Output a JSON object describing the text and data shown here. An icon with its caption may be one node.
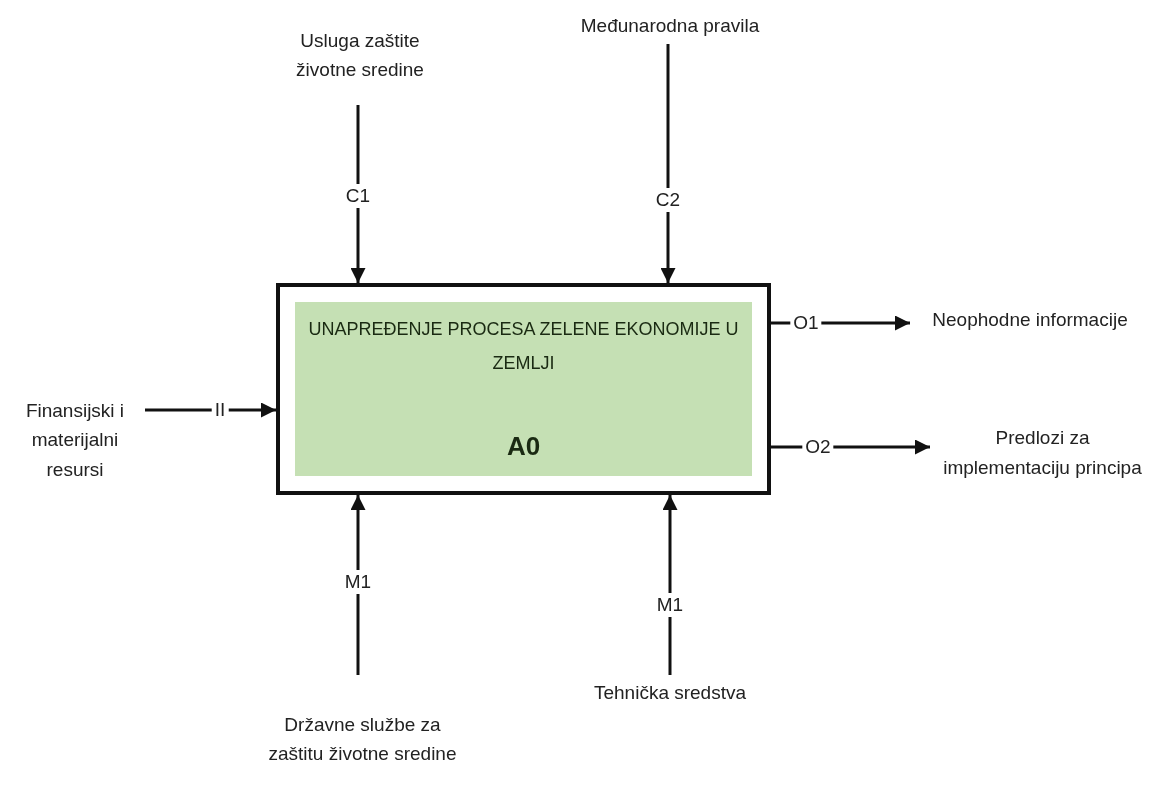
{
  "diagram": {
    "nodes": [
      {
        "text": [
          "UNAPREĐENJE PROCESA ZELENE EKONOMIJE U ZEMLJI",
          "A0"
        ]
      },
      {
        "text": [
          "Usluga zaštite životne sredine"
        ]
      },
      {
        "text": [
          "Međunarodna pravila"
        ]
      },
      {
        "text": [
          "Finansijski i materijalni resursi"
        ]
      },
      {
        "text": [
          "Neophodne informacije"
        ]
      },
      {
        "text": [
          "Predlozi za implementaciju principa"
        ]
      },
      {
        "text": [
          "Državne službe za zaštitu životne sredine"
        ]
      },
      {
        "text": [
          "Tehnička sredstva"
        ]
      }
    ],
    "edges": [
      {
        "from": 1,
        "to": 0,
        "arrow": "to",
        "label": "C1"
      },
      {
        "from": 2,
        "to": 0,
        "arrow": "to",
        "label": "C2"
      },
      {
        "from": 3,
        "to": 0,
        "arrow": "to",
        "label": "II"
      },
      {
        "from": 0,
        "to": 4,
        "arrow": "to",
        "label": "O1"
      },
      {
        "from": 0,
        "to": 5,
        "arrow": "to",
        "label": "O2"
      },
      {
        "from": 6,
        "to": 0,
        "arrow": "to",
        "label": "M1"
      },
      {
        "from": 7,
        "to": 0,
        "arrow": "to",
        "label": "M1"
      }
    ]
  }
}
